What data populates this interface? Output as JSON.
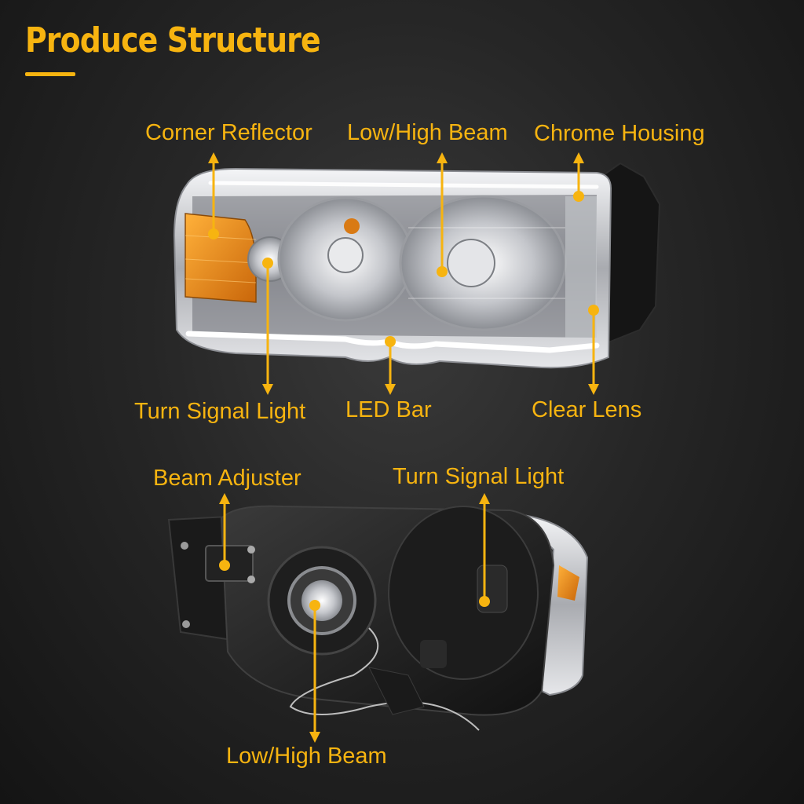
{
  "title": "Produce Structure",
  "colors": {
    "accent": "#f7b410",
    "background": "#262626",
    "amber_reflector": "#f08a12",
    "chrome": "#d9dadd",
    "black_housing": "#1b1b1b"
  },
  "front_view": {
    "labels": {
      "corner_reflector": "Corner Reflector",
      "low_high_beam": "Low/High Beam",
      "chrome_housing": "Chrome Housing",
      "turn_signal_light": "Turn Signal Light",
      "led_bar": "LED Bar",
      "clear_lens": "Clear Lens"
    }
  },
  "rear_view": {
    "labels": {
      "beam_adjuster": "Beam Adjuster",
      "turn_signal_light": "Turn Signal Light",
      "low_high_beam": "Low/High Beam"
    }
  }
}
